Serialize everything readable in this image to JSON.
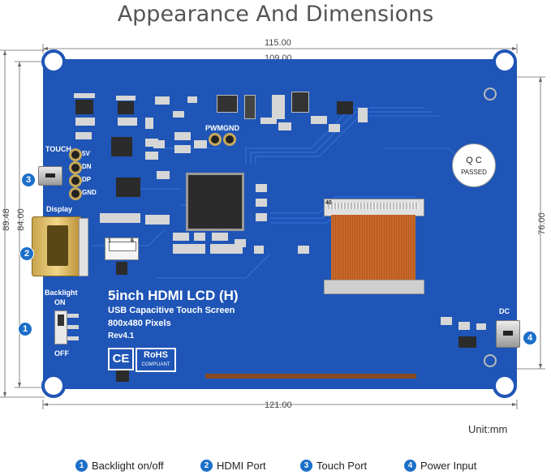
{
  "title": "Appearance And Dimensions",
  "dimensions": {
    "top_outer": "115.00",
    "top_inner": "109.00",
    "bottom": "121.00",
    "left_outer": "89.48",
    "left_inner": "84.00",
    "right": "76.00",
    "unit": "Unit:mm"
  },
  "board": {
    "product_name": "5inch HDMI LCD (H)",
    "line1": "USB Capacitive Touch Screen",
    "line2": "800x480 Pixels",
    "rev": "Rev4.1",
    "ce": "CE",
    "rohs": "RoHS",
    "rohs_sub": "COMPLIANT",
    "qc": "Q C",
    "qc_sub": "PASSED",
    "touch": "TOUCH",
    "pins": [
      "5V",
      "DN",
      "DP",
      "GND"
    ],
    "display": "Display",
    "backlight": "Backlight",
    "on": "ON",
    "off": "OFF",
    "pwm": "PWM",
    "gnd": "GND",
    "dc": "DC",
    "fpc_num": "40",
    "conn_num": "1",
    "conn_num2": "6"
  },
  "callouts": [
    "1",
    "2",
    "3",
    "4"
  ],
  "legend": [
    {
      "num": "1",
      "label": "Backlight on/off"
    },
    {
      "num": "2",
      "label": "HDMI Port"
    },
    {
      "num": "3",
      "label": "Touch Port"
    },
    {
      "num": "4",
      "label": "Power Input"
    }
  ],
  "colors": {
    "pcb": "#1f55b6",
    "callout": "#1b6fc9",
    "fpc": "#c8682a"
  }
}
